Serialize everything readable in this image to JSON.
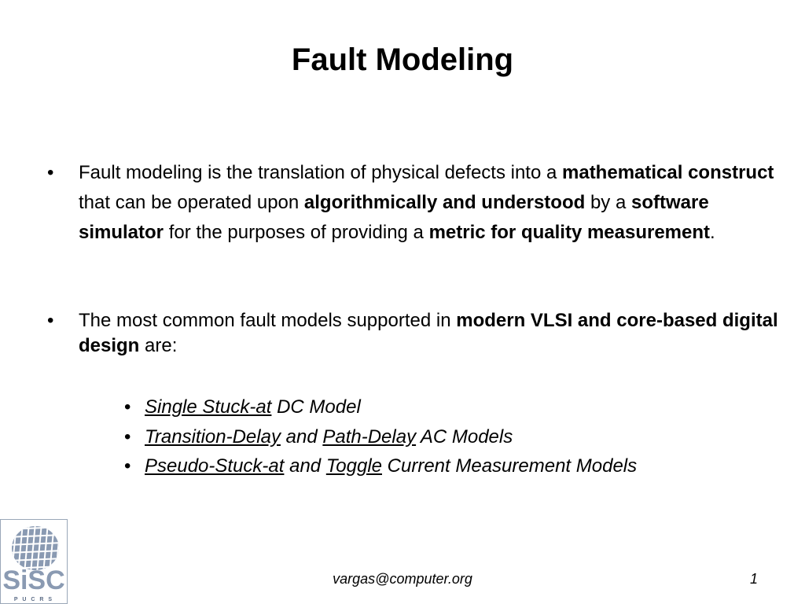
{
  "slide": {
    "title": "Fault Modeling",
    "bullet_symbol": "•",
    "bullet1": {
      "t1": "Fault modeling is the translation of physical defects into a ",
      "b1": "mathematical construct",
      "t2": " that can  be operated upon ",
      "b2": "algorithmically and understood",
      "t3": " by a ",
      "b3": "software simulator",
      "t4": " for the purposes of providing a ",
      "b4": "metric for quality measurement",
      "t5": "."
    },
    "bullet2": {
      "t1": "The most common fault models supported in ",
      "b1": "modern VLSI and core-based digital design",
      "t2": " are:"
    },
    "subitems": [
      {
        "u1": "Single Stuck-at",
        "t1": " DC Model"
      },
      {
        "u1": "Transition-Delay",
        "t1": " and ",
        "u2": "Path-Delay",
        "t2": " AC Models"
      },
      {
        "u1": "Pseudo-Stuck-at",
        "t1": " and ",
        "u2": "Toggle",
        "t2": " Current Measurement Models"
      }
    ]
  },
  "logo": {
    "name": "SiSC",
    "sub": "P U C R S",
    "color": "#8a9ab2",
    "dark": "#5a6b85"
  },
  "footer": {
    "email": "vargas@computer.org",
    "page_number": "1"
  }
}
